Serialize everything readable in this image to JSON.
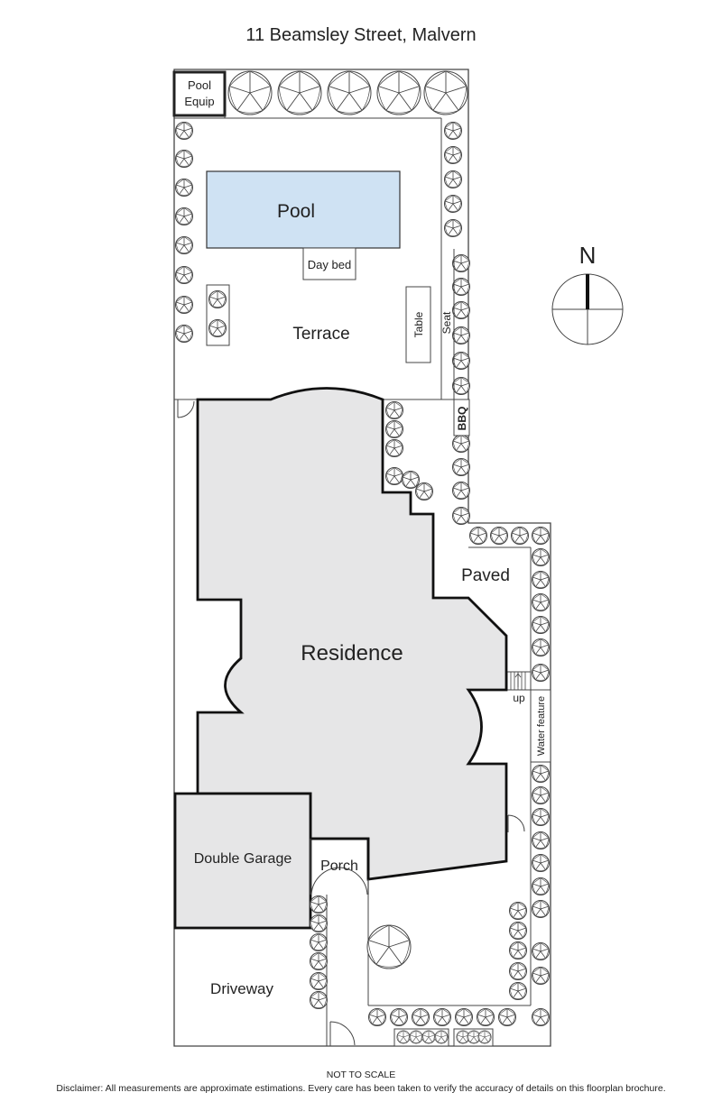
{
  "title": "11 Beamsley Street, Malvern",
  "compass_label": "N",
  "labels": {
    "pool_equip_line1": "Pool",
    "pool_equip_line2": "Equip",
    "pool": "Pool",
    "day_bed": "Day bed",
    "terrace": "Terrace",
    "table": "Table",
    "seat": "Seat",
    "bbq": "BBQ",
    "paved": "Paved",
    "residence": "Residence",
    "up": "up",
    "water_feature": "Water feature",
    "double_garage": "Double Garage",
    "porch": "Porch",
    "driveway": "Driveway"
  },
  "footer": {
    "not_to_scale": "NOT TO SCALE",
    "disclaimer": "Disclaimer: All measurements are approximate estimations. Every care has been taken to verify the accuracy of details on this floorplan brochure."
  },
  "colors": {
    "pool_fill": "#cfe2f3",
    "building_fill": "#e6e6e7",
    "line": "#3a3a3a"
  }
}
